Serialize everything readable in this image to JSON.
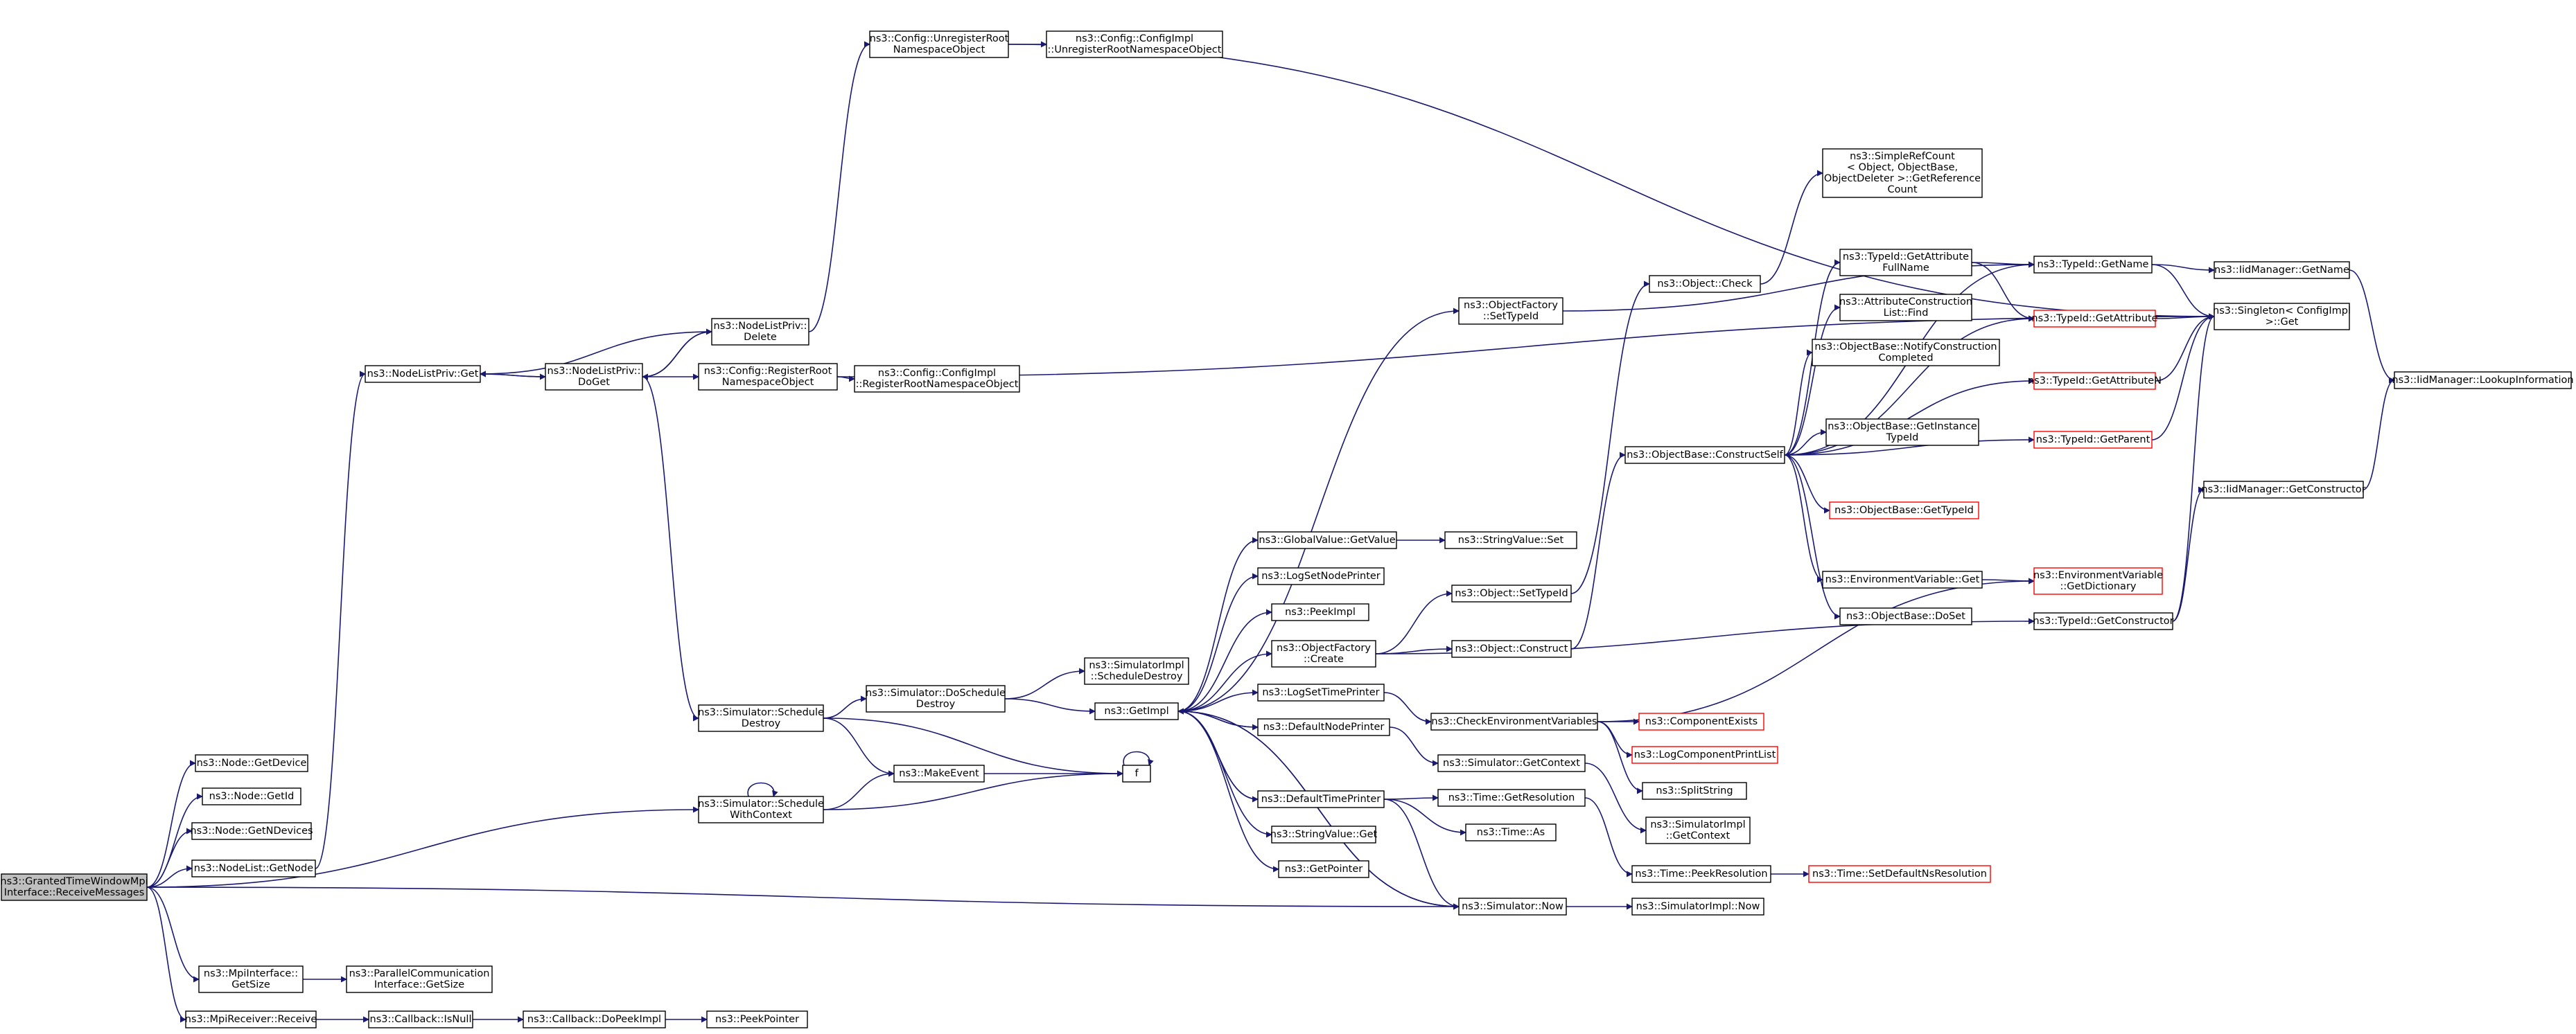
{
  "graph": {
    "title": "",
    "colors": {
      "edge": "#191970",
      "node_border": "#000000",
      "incomplete_border": "#ff0000",
      "root_fill": "#bfbfbf"
    },
    "nodes": [
      {
        "id": "root",
        "lines": [
          "ns3::GrantedTimeWindowMpi",
          "Interface::ReceiveMessages"
        ],
        "style": "root"
      },
      {
        "id": "getdevice",
        "lines": [
          "ns3::Node::GetDevice"
        ]
      },
      {
        "id": "getid",
        "lines": [
          "ns3::Node::GetId"
        ]
      },
      {
        "id": "getndevices",
        "lines": [
          "ns3::Node::GetNDevices"
        ]
      },
      {
        "id": "nodelist_getnode",
        "lines": [
          "ns3::NodeList::GetNode"
        ]
      },
      {
        "id": "mpi_getsize",
        "lines": [
          "ns3::MpiInterface::",
          "GetSize"
        ]
      },
      {
        "id": "mpireceiver",
        "lines": [
          "ns3::MpiReceiver::Receive"
        ]
      },
      {
        "id": "nlp_get",
        "lines": [
          "ns3::NodeListPriv::Get"
        ]
      },
      {
        "id": "nlp_doget",
        "lines": [
          "ns3::NodeListPriv::",
          "DoGet"
        ]
      },
      {
        "id": "nlp_delete",
        "lines": [
          "ns3::NodeListPriv::",
          "Delete"
        ]
      },
      {
        "id": "cfg_unreg",
        "lines": [
          "ns3::Config::UnregisterRoot",
          "NamespaceObject"
        ]
      },
      {
        "id": "cfgimpl_unreg",
        "lines": [
          "ns3::Config::ConfigImpl",
          "::UnregisterRootNamespaceObject"
        ]
      },
      {
        "id": "cfg_reg",
        "lines": [
          "ns3::Config::RegisterRoot",
          "NamespaceObject"
        ]
      },
      {
        "id": "cfgimpl_reg",
        "lines": [
          "ns3::Config::ConfigImpl",
          "::RegisterRootNamespaceObject"
        ]
      },
      {
        "id": "sim_schdestroy",
        "lines": [
          "ns3::Simulator::Schedule",
          "Destroy"
        ]
      },
      {
        "id": "sim_schwithctx",
        "lines": [
          "ns3::Simulator::Schedule",
          "WithContext"
        ]
      },
      {
        "id": "sim_doschdestroy",
        "lines": [
          "ns3::Simulator::DoSchedule",
          "Destroy"
        ]
      },
      {
        "id": "makeevent",
        "lines": [
          "ns3::MakeEvent"
        ]
      },
      {
        "id": "f",
        "lines": [
          "f"
        ]
      },
      {
        "id": "simimpl_schdestroy",
        "lines": [
          "ns3::SimulatorImpl",
          "::ScheduleDestroy"
        ]
      },
      {
        "id": "getimpl",
        "lines": [
          "ns3::GetImpl"
        ]
      },
      {
        "id": "gv_getvalue",
        "lines": [
          "ns3::GlobalValue::GetValue"
        ]
      },
      {
        "id": "logsetnodeprinter",
        "lines": [
          "ns3::LogSetNodePrinter"
        ]
      },
      {
        "id": "peekimpl",
        "lines": [
          "ns3::PeekImpl"
        ]
      },
      {
        "id": "of_create",
        "lines": [
          "ns3::ObjectFactory",
          "::Create"
        ]
      },
      {
        "id": "logsettimeprinter",
        "lines": [
          "ns3::LogSetTimePrinter"
        ]
      },
      {
        "id": "defaultnodeprinter",
        "lines": [
          "ns3::DefaultNodePrinter"
        ]
      },
      {
        "id": "defaulttimeprinter",
        "lines": [
          "ns3::DefaultTimePrinter"
        ]
      },
      {
        "id": "stringvalue_get",
        "lines": [
          "ns3::StringValue::Get"
        ]
      },
      {
        "id": "getpointer",
        "lines": [
          "ns3::GetPointer"
        ]
      },
      {
        "id": "sim_now",
        "lines": [
          "ns3::Simulator::Now"
        ]
      },
      {
        "id": "simimpl_now",
        "lines": [
          "ns3::SimulatorImpl::Now"
        ]
      },
      {
        "id": "of_settypeid",
        "lines": [
          "ns3::ObjectFactory",
          "::SetTypeId"
        ]
      },
      {
        "id": "stringvalue_set",
        "lines": [
          "ns3::StringValue::Set"
        ]
      },
      {
        "id": "obj_settypeid",
        "lines": [
          "ns3::Object::SetTypeId"
        ]
      },
      {
        "id": "obj_construct",
        "lines": [
          "ns3::Object::Construct"
        ]
      },
      {
        "id": "checkenv",
        "lines": [
          "ns3::CheckEnvironmentVariables"
        ]
      },
      {
        "id": "sim_getcontext",
        "lines": [
          "ns3::Simulator::GetContext"
        ]
      },
      {
        "id": "time_getres",
        "lines": [
          "ns3::Time::GetResolution"
        ]
      },
      {
        "id": "time_as",
        "lines": [
          "ns3::Time::As"
        ]
      },
      {
        "id": "obj_check",
        "lines": [
          "ns3::Object::Check"
        ]
      },
      {
        "id": "srefcount",
        "lines": [
          "ns3::SimpleRefCount",
          "< Object, ObjectBase,",
          "ObjectDeleter >::GetReference",
          "Count"
        ]
      },
      {
        "id": "ob_constructself",
        "lines": [
          "ns3::ObjectBase::ConstructSelf"
        ]
      },
      {
        "id": "componentexists",
        "lines": [
          "ns3::ComponentExists"
        ],
        "style": "red"
      },
      {
        "id": "logcompprint",
        "lines": [
          "ns3::LogComponentPrintList"
        ],
        "style": "red"
      },
      {
        "id": "splitstring",
        "lines": [
          "ns3::SplitString"
        ]
      },
      {
        "id": "simimpl_getctx",
        "lines": [
          "ns3::SimulatorImpl",
          "::GetContext"
        ]
      },
      {
        "id": "time_peekres",
        "lines": [
          "ns3::Time::PeekResolution"
        ]
      },
      {
        "id": "time_setdefns",
        "lines": [
          "ns3::Time::SetDefaultNsResolution"
        ],
        "style": "red"
      },
      {
        "id": "tid_getattrfull",
        "lines": [
          "ns3::TypeId::GetAttribute",
          "FullName"
        ]
      },
      {
        "id": "attrconstr_find",
        "lines": [
          "ns3::AttributeConstruction",
          "List::Find"
        ]
      },
      {
        "id": "ob_notify",
        "lines": [
          "ns3::ObjectBase::NotifyConstruction",
          "Completed"
        ]
      },
      {
        "id": "ob_getinstance",
        "lines": [
          "ns3::ObjectBase::GetInstance",
          "TypeId"
        ]
      },
      {
        "id": "ob_gettypeid",
        "lines": [
          "ns3::ObjectBase::GetTypeId"
        ],
        "style": "red"
      },
      {
        "id": "env_get",
        "lines": [
          "ns3::EnvironmentVariable::Get"
        ]
      },
      {
        "id": "ob_doset",
        "lines": [
          "ns3::ObjectBase::DoSet"
        ]
      },
      {
        "id": "tid_getname",
        "lines": [
          "ns3::TypeId::GetName"
        ]
      },
      {
        "id": "tid_getattr",
        "lines": [
          "ns3::TypeId::GetAttribute"
        ],
        "style": "red"
      },
      {
        "id": "tid_getattrn",
        "lines": [
          "ns3::TypeId::GetAttributeN"
        ],
        "style": "red"
      },
      {
        "id": "tid_getparent",
        "lines": [
          "ns3::TypeId::GetParent"
        ],
        "style": "red"
      },
      {
        "id": "env_getdict",
        "lines": [
          "ns3::EnvironmentVariable",
          "::GetDictionary"
        ],
        "style": "red"
      },
      {
        "id": "tid_getconstructor",
        "lines": [
          "ns3::TypeId::GetConstructor"
        ]
      },
      {
        "id": "singleton",
        "lines": [
          "ns3::Singleton< ConfigImpl",
          ">::Get"
        ]
      },
      {
        "id": "iid_getname",
        "lines": [
          "ns3::IidManager::GetName"
        ]
      },
      {
        "id": "iid_getconstructor",
        "lines": [
          "ns3::IidManager::GetConstructor"
        ]
      },
      {
        "id": "iid_lookup",
        "lines": [
          "ns3::IidManager::LookupInformation"
        ]
      },
      {
        "id": "pcomm_getsize",
        "lines": [
          "ns3::ParallelCommunication",
          "Interface::GetSize"
        ]
      },
      {
        "id": "cb_isnull",
        "lines": [
          "ns3::Callback::IsNull"
        ]
      },
      {
        "id": "cb_dopeekimpl",
        "lines": [
          "ns3::Callback::DoPeekImpl"
        ]
      },
      {
        "id": "peekpointer",
        "lines": [
          "ns3::PeekPointer"
        ]
      }
    ]
  }
}
